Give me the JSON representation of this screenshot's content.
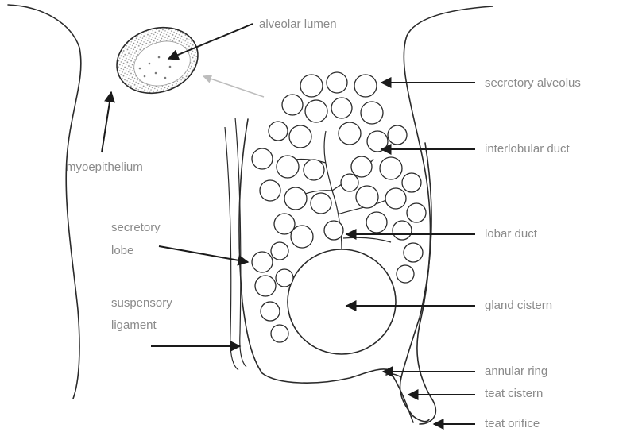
{
  "labels": {
    "alveolar_lumen": "alveolar lumen",
    "myoepithelium": "myoepithelium",
    "secretory_alveolus": "secretory alveolus",
    "interlobular_duct": "interlobular duct",
    "lobar_duct": "lobar duct",
    "secretory_lobe_line1": "secretory",
    "secretory_lobe_line2": "lobe",
    "gland_cistern": "gland cistern",
    "suspensory_line1": "suspensory",
    "suspensory_line2": "ligament",
    "annular_ring": "annular ring",
    "teat_cistern": "teat cistern",
    "teat_orifice": "teat orifice"
  },
  "colors": {
    "line": "#2a2a2a",
    "label_text": "#8a8a8a",
    "arrow": "#1a1a1a",
    "faint_arrow": "#bdbdbd",
    "stipple": "#9a9a9a"
  }
}
